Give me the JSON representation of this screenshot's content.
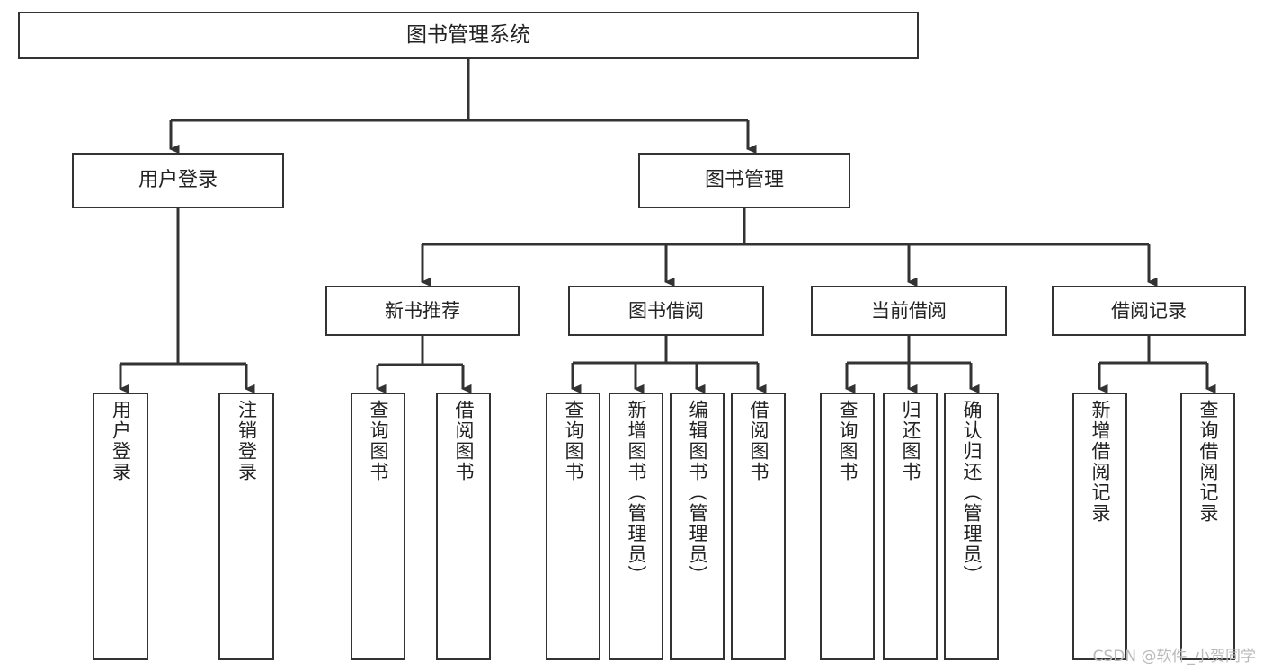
{
  "diagram": {
    "title_text": "图书管理系统",
    "watermark": "CSDN @软件_小贺同学",
    "colors": {
      "box_border": "#333333",
      "box_fill": "#ffffff",
      "edge": "#333333",
      "text": "#222222",
      "watermark": "#b9b9b9"
    },
    "nodes": {
      "root": {
        "label": "图书管理系统"
      },
      "level2": [
        {
          "id": "user-login",
          "label": "用户登录"
        },
        {
          "id": "book-management",
          "label": "图书管理"
        }
      ],
      "level3": [
        {
          "id": "new-book-recommend",
          "label": "新书推荐"
        },
        {
          "id": "book-borrow",
          "label": "图书借阅"
        },
        {
          "id": "current-borrow",
          "label": "当前借阅"
        },
        {
          "id": "borrow-record",
          "label": "借阅记录"
        }
      ],
      "leaves": [
        {
          "id": "leaf-user-login",
          "label": "用户登录"
        },
        {
          "id": "leaf-logout-login",
          "label": "注销登录"
        },
        {
          "id": "leaf-query-book-1",
          "label": "查询图书"
        },
        {
          "id": "leaf-borrow-book-1",
          "label": "借阅图书"
        },
        {
          "id": "leaf-query-book-2",
          "label": "查询图书"
        },
        {
          "id": "leaf-add-book-admin",
          "label": "新增图书（管理员）"
        },
        {
          "id": "leaf-edit-book-admin",
          "label": "编辑图书（管理员）"
        },
        {
          "id": "leaf-borrow-book-2",
          "label": "借阅图书"
        },
        {
          "id": "leaf-query-book-3",
          "label": "查询图书"
        },
        {
          "id": "leaf-return-book",
          "label": "归还图书"
        },
        {
          "id": "leaf-confirm-return-admin",
          "label": "确认归还（管理员）"
        },
        {
          "id": "leaf-add-borrow-record",
          "label": "新增借阅记录"
        },
        {
          "id": "leaf-query-borrow-record",
          "label": "查询借阅记录"
        }
      ]
    }
  },
  "chart_data": {
    "type": "diagram",
    "title": "图书管理系统",
    "structure": "tree",
    "tree": {
      "label": "图书管理系统",
      "children": [
        {
          "label": "用户登录",
          "children": [
            {
              "label": "用户登录"
            },
            {
              "label": "注销登录"
            }
          ]
        },
        {
          "label": "图书管理",
          "children": [
            {
              "label": "新书推荐",
              "children": [
                {
                  "label": "查询图书"
                },
                {
                  "label": "借阅图书"
                }
              ]
            },
            {
              "label": "图书借阅",
              "children": [
                {
                  "label": "查询图书"
                },
                {
                  "label": "新增图书（管理员）"
                },
                {
                  "label": "编辑图书（管理员）"
                },
                {
                  "label": "借阅图书"
                }
              ]
            },
            {
              "label": "当前借阅",
              "children": [
                {
                  "label": "查询图书"
                },
                {
                  "label": "归还图书"
                },
                {
                  "label": "确认归还（管理员）"
                }
              ]
            },
            {
              "label": "借阅记录",
              "children": [
                {
                  "label": "新增借阅记录"
                },
                {
                  "label": "查询借阅记录"
                }
              ]
            }
          ]
        }
      ]
    }
  }
}
